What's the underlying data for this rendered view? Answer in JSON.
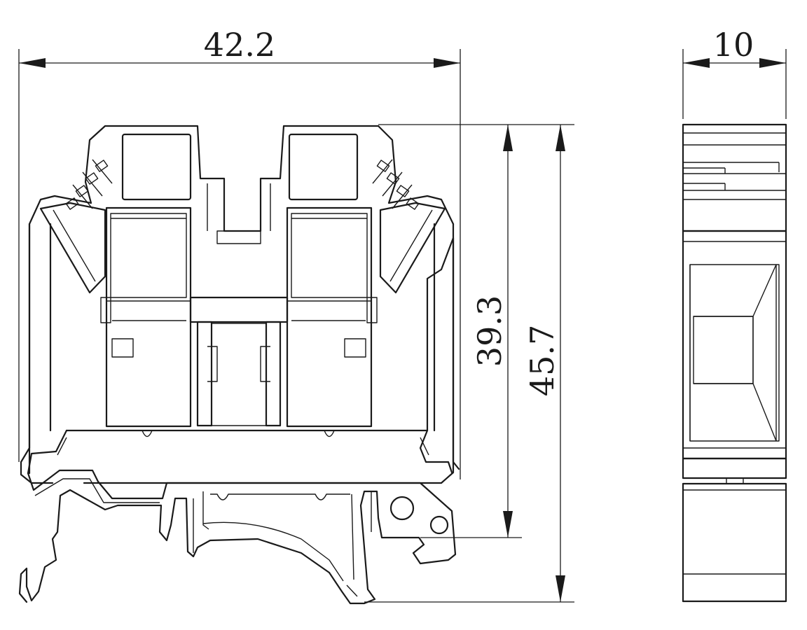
{
  "dimensions": {
    "width": "42.2",
    "thickness": "10",
    "height_to_rail": "39.3",
    "total_height": "45.7"
  }
}
